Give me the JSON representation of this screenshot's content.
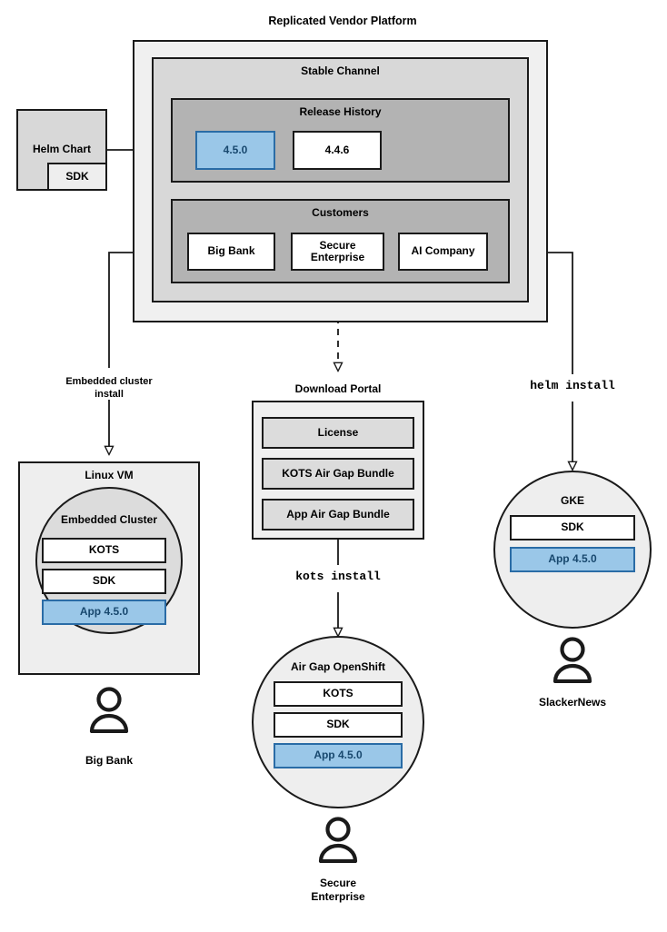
{
  "diagram": {
    "title": "Replicated Vendor Platform",
    "type": "architecture-flow"
  },
  "helm_chart": {
    "label": "Helm Chart",
    "sdk_label": "SDK"
  },
  "platform": {
    "stable_channel": {
      "label": "Stable Channel",
      "release_history": {
        "label": "Release History",
        "releases": [
          {
            "version": "4.5.0",
            "highlighted": true
          },
          {
            "version": "4.4.6",
            "highlighted": false
          }
        ]
      },
      "customers": {
        "label": "Customers",
        "items": [
          {
            "name": "Big Bank"
          },
          {
            "name": "Secure\nEnterprise",
            "line1": "Secure",
            "line2": "Enterprise"
          },
          {
            "name": "AI Company"
          }
        ]
      }
    }
  },
  "connectors": {
    "embedded_cluster_install": {
      "line1": "Embedded cluster",
      "line2": "install",
      "style": "solid"
    },
    "download_portal_link": {
      "style": "dashed"
    },
    "helm_install": {
      "label": "helm install",
      "style": "mono"
    },
    "kots_install": {
      "label": "kots install",
      "style": "mono"
    }
  },
  "download_portal": {
    "label": "Download Portal",
    "artifacts": [
      {
        "label": "License"
      },
      {
        "label": "KOTS Air Gap Bundle"
      },
      {
        "label": "App Air Gap Bundle"
      }
    ]
  },
  "targets": [
    {
      "id": "linux-vm",
      "label": "Linux VM",
      "shape": "rect",
      "inner": {
        "label": "Embedded Cluster",
        "shape": "circle",
        "components": [
          {
            "label": "KOTS",
            "highlighted": false
          },
          {
            "label": "SDK",
            "highlighted": false
          },
          {
            "label": "App 4.5.0",
            "highlighted": true
          }
        ]
      },
      "customer": "Big Bank"
    },
    {
      "id": "air-gap-openshift",
      "label": "Air Gap OpenShift",
      "shape": "circle",
      "components": [
        {
          "label": "KOTS",
          "highlighted": false
        },
        {
          "label": "SDK",
          "highlighted": false
        },
        {
          "label": "App 4.5.0",
          "highlighted": true
        }
      ],
      "customer_line1": "Secure",
      "customer_line2": "Enterprise"
    },
    {
      "id": "gke",
      "label": "GKE",
      "shape": "circle",
      "components": [
        {
          "label": "SDK",
          "highlighted": false
        },
        {
          "label": "App 4.5.0",
          "highlighted": true
        }
      ],
      "customer": "SlackerNews"
    }
  ],
  "colors": {
    "stroke": "#1a1a1a",
    "highlight_fill": "#9ac7e8",
    "highlight_stroke": "#2a6ca6",
    "highlight_text": "#18486e",
    "outer_fill": "#f0f0f0",
    "channel_fill": "#d8d8d8",
    "section_fill": "#b3b3b3"
  }
}
